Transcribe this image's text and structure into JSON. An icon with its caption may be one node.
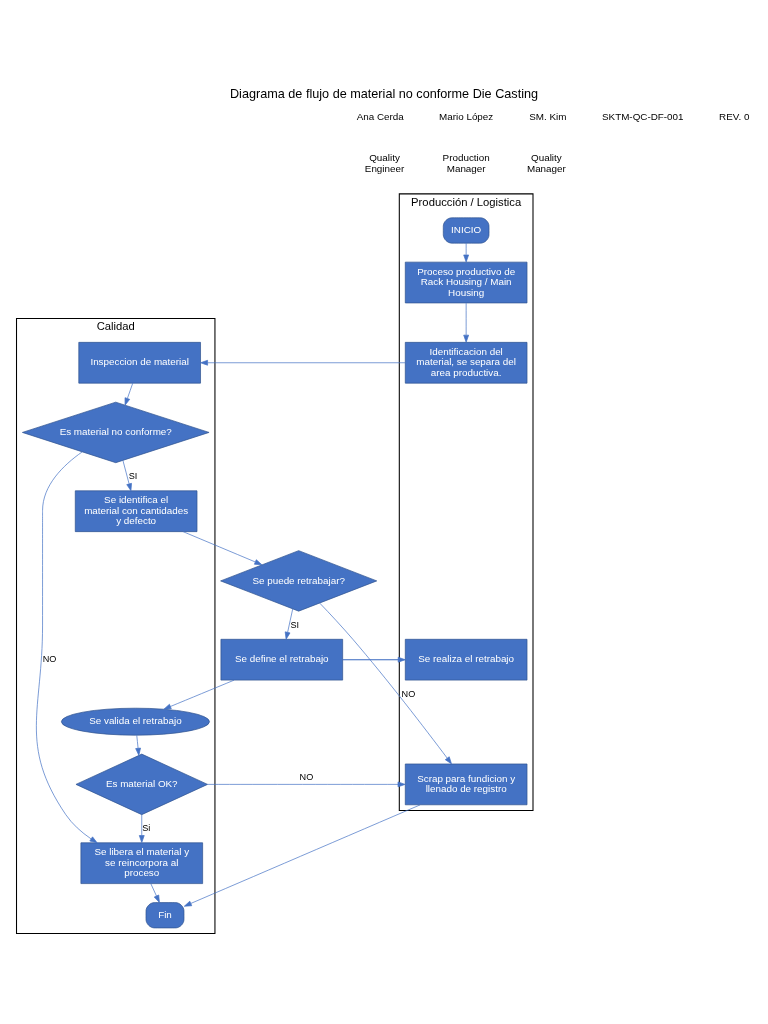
{
  "diagram": {
    "title": "Diagrama de flujo de material no conforme Die Casting",
    "nodes": [
      {
        "text": [
          "Producción / Logistica"
        ]
      },
      {
        "text": [
          "Calidad"
        ]
      },
      {
        "text": [
          "INICIO"
        ],
        "in": 0
      },
      {
        "text": [
          "Proceso productivo de Rack Housing / Main Housing"
        ],
        "in": 0
      },
      {
        "text": [
          "Identificacion del material, se separa del area productiva."
        ],
        "in": 0
      },
      {
        "text": [
          "Inspeccion de material"
        ],
        "in": 1
      },
      {
        "text": [
          "Es material no conforme?"
        ],
        "in": 1
      },
      {
        "text": [
          "Se identifica el material con cantidades y defecto"
        ],
        "in": 1
      },
      {
        "text": [
          "Se puede retrabajar?"
        ]
      },
      {
        "text": [
          "Se define el retrabajo"
        ]
      },
      {
        "text": [
          "Se realiza el retrabajo"
        ],
        "in": 0
      },
      {
        "text": [
          "Se valida el retrabajo"
        ],
        "in": 1
      },
      {
        "text": [
          "Es material OK?"
        ],
        "in": 1
      },
      {
        "text": [
          "Scrap para fundicion y llenado de registro"
        ],
        "in": 0
      },
      {
        "text": [
          "Se libera el material y se reincorpora al proceso"
        ],
        "in": 1
      },
      {
        "text": [
          "Fin"
        ],
        "in": 1
      }
    ],
    "edges": [
      {
        "from": 2,
        "to": 3,
        "arrow": "to"
      },
      {
        "from": 3,
        "to": 4,
        "arrow": "to"
      },
      {
        "from": 4,
        "to": 5,
        "arrow": "to"
      },
      {
        "from": 5,
        "to": 6,
        "arrow": "to"
      },
      {
        "from": 6,
        "to": 7,
        "label": "SI",
        "arrow": "to"
      },
      {
        "from": 6,
        "to": 14,
        "label": "NO",
        "arrow": "to"
      },
      {
        "from": 7,
        "to": 8,
        "arrow": "to"
      },
      {
        "from": 8,
        "to": 9,
        "label": "SI",
        "arrow": "to"
      },
      {
        "from": 8,
        "to": 13,
        "label": "NO",
        "arrow": "to"
      },
      {
        "from": 9,
        "to": 10,
        "arrow": "to"
      },
      {
        "from": 10,
        "to": 9,
        "arrow": "none"
      },
      {
        "from": 9,
        "to": 11,
        "arrow": "to"
      },
      {
        "from": 11,
        "to": 12,
        "arrow": "to"
      },
      {
        "from": 12,
        "to": 13,
        "label": "NO",
        "arrow": "to"
      },
      {
        "from": 12,
        "to": 14,
        "label": "Si",
        "arrow": "to"
      },
      {
        "from": 13,
        "to": 15,
        "arrow": "to"
      },
      {
        "from": 14,
        "to": 15,
        "arrow": "to"
      }
    ],
    "labels": [
      "Ana Cerda",
      "Mario López",
      "SM. Kim",
      "Quality Engineer",
      "Production Manager",
      "Quality Manager",
      "SKTM-QC-DF-001",
      "REV. 0"
    ]
  }
}
